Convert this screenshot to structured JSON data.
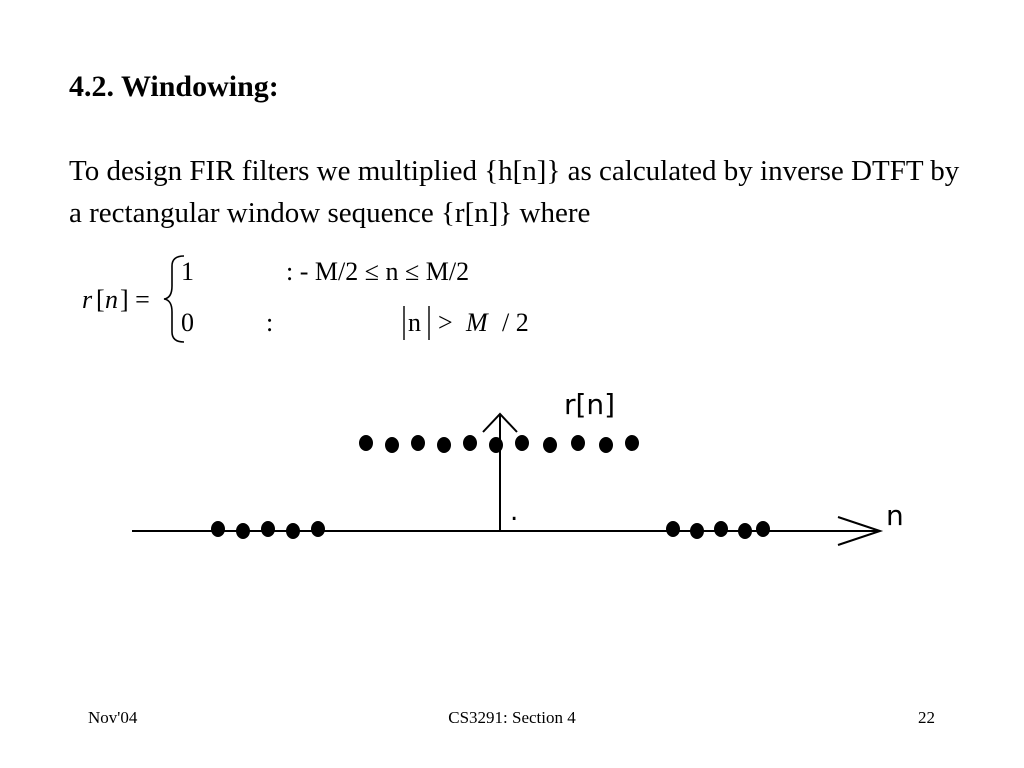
{
  "heading": "4.2. Windowing:",
  "paragraph": "To design FIR filters we multiplied {h[n]} as calculated by inverse DTFT by a rectangular window sequence {r[n]} where",
  "equation": {
    "lhs_r": "r",
    "lhs_open": "[",
    "lhs_n": "n",
    "lhs_close": "] =",
    "case1_value": "1",
    "case1_condition": ": - M/2 ≤ n ≤ M/2",
    "case2_value": "0",
    "case2_colon": ":",
    "case2_n": "n",
    "case2_gt": ">",
    "case2_M": "M",
    "case2_over2": "/ 2"
  },
  "diagram": {
    "vertical_axis_label": "r[n]",
    "horizontal_axis_label": "n",
    "origin_marker": "."
  },
  "footer": {
    "left": "Nov'04",
    "center": "CS3291: Section 4",
    "right": "22"
  }
}
